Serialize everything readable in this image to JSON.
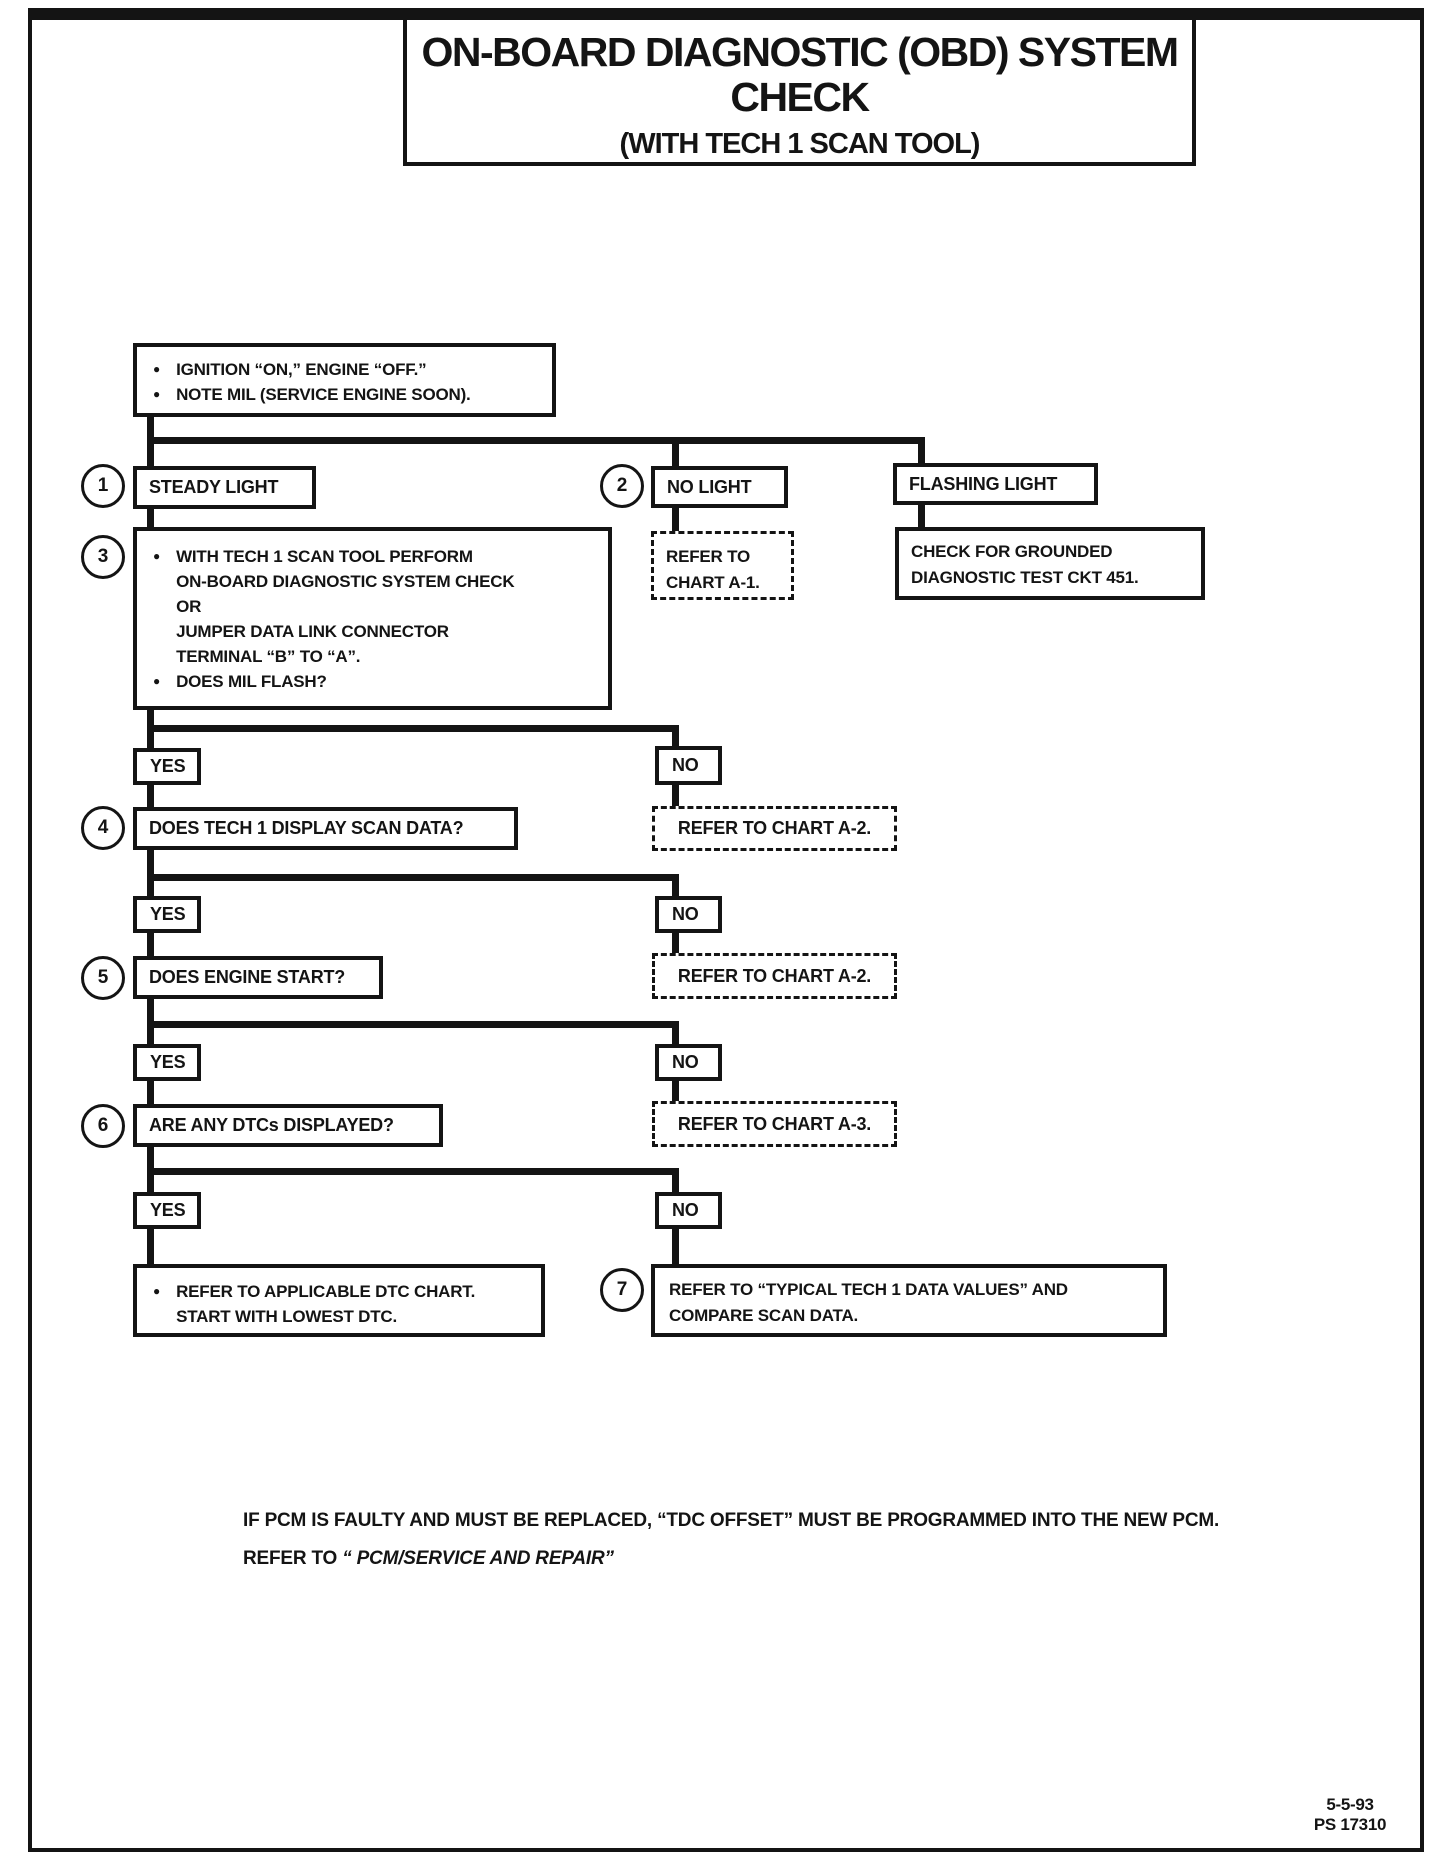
{
  "page": {
    "title_line1": "ON-BOARD DIAGNOSTIC (OBD) SYSTEM",
    "title_line2": "CHECK",
    "subtitle": "(WITH TECH 1 SCAN TOOL)",
    "footer_note_line1": "IF PCM IS FAULTY AND MUST BE REPLACED, “TDC OFFSET” MUST BE PROGRAMMED INTO THE NEW PCM.",
    "footer_note_line2_prefix": "REFER TO ",
    "footer_note_line2_ref": "“ PCM/SERVICE AND  REPAIR”",
    "date": "5-5-93",
    "doc_number": "PS 17310"
  },
  "flow": {
    "start": {
      "bullets": [
        "IGNITION “ON,” ENGINE  “OFF.”",
        "NOTE MIL (SERVICE ENGINE SOON)."
      ]
    },
    "step1": {
      "number": "1",
      "label": "STEADY LIGHT"
    },
    "step2": {
      "number": "2",
      "label": "NO LIGHT"
    },
    "flashing_label": "FLASHING LIGHT",
    "step3": {
      "number": "3",
      "bullet1_lines": [
        "WITH TECH 1 SCAN TOOL PERFORM",
        "ON-BOARD DIAGNOSTIC SYSTEM CHECK",
        "OR",
        "JUMPER DATA LINK CONNECTOR",
        "TERMINAL “B” TO “A”."
      ],
      "bullet2": "DOES MIL FLASH?"
    },
    "refer_a1_lines": [
      "REFER TO",
      "CHART A-1."
    ],
    "grounded_lines": [
      "CHECK FOR GROUNDED",
      "DIAGNOSTIC TEST CKT 451."
    ],
    "yes_label": "YES",
    "no_label": "NO",
    "step4": {
      "number": "4",
      "label": "DOES TECH 1 DISPLAY SCAN DATA?"
    },
    "refer_a2": "REFER TO CHART A-2.",
    "step5": {
      "number": "5",
      "label": "DOES ENGINE START?"
    },
    "step6": {
      "number": "6",
      "label": "ARE ANY DTCs DISPLAYED?"
    },
    "refer_a3": "REFER TO CHART A-3.",
    "final_yes_lines": [
      "REFER TO APPLICABLE DTC CHART.",
      "START WITH LOWEST DTC."
    ],
    "step7": {
      "number": "7",
      "lines": [
        "REFER TO “TYPICAL TECH 1 DATA VALUES” AND",
        "COMPARE SCAN DATA."
      ]
    }
  },
  "colors": {
    "ink": "#141414",
    "paper": "#ffffff"
  }
}
